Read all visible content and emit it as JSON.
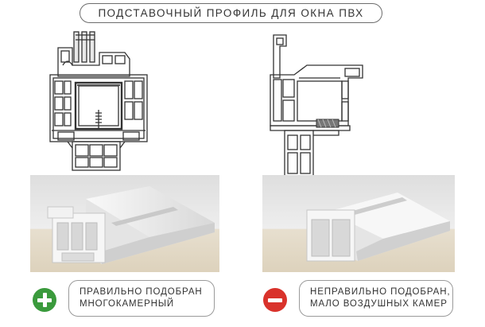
{
  "title": "ПОДСТАВОЧНЫЙ ПРОФИЛЬ ДЛЯ ОКНА ПВХ",
  "left": {
    "verdict_line1": "ПРАВИЛЬНО ПОДОБРАН",
    "verdict_line2": "МНОГОКАМЕРНЫЙ",
    "badge_icon": "plus-icon",
    "badge_color": "#3a9a3c"
  },
  "right": {
    "verdict_line1": "НЕПРАВИЛЬНО ПОДОБРАН,",
    "verdict_line2": "МАЛО ВОЗДУШНЫХ КАМЕР",
    "badge_icon": "minus-icon",
    "badge_color": "#d9322b"
  }
}
